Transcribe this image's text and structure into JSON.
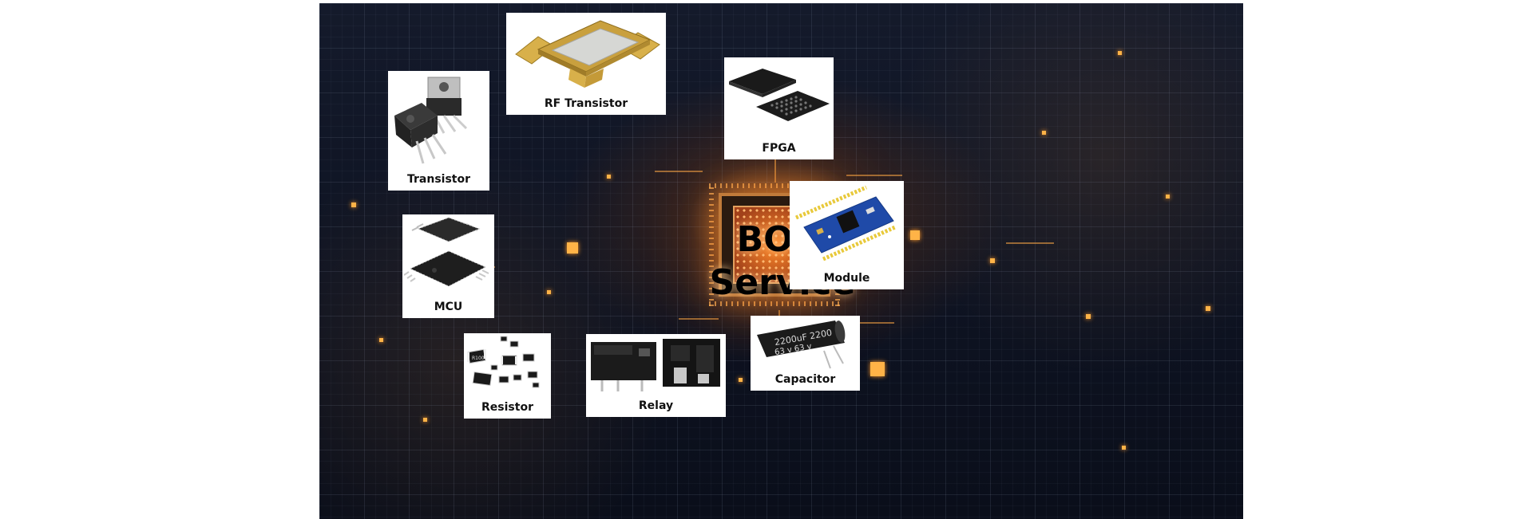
{
  "banner": {
    "title_line1": "BOM",
    "title_line2": "Service"
  },
  "components": [
    {
      "id": "rf-transistor",
      "label": "RF Transistor"
    },
    {
      "id": "fpga",
      "label": "FPGA"
    },
    {
      "id": "transistor",
      "label": "Transistor"
    },
    {
      "id": "module",
      "label": "Module"
    },
    {
      "id": "mcu",
      "label": "MCU"
    },
    {
      "id": "capacitor",
      "label": "Capacitor"
    },
    {
      "id": "resistor",
      "label": "Resistor"
    },
    {
      "id": "relay",
      "label": "Relay"
    }
  ],
  "colors": {
    "background": "#0e1322",
    "glow": "#ff9a2a",
    "card": "#ffffff"
  }
}
